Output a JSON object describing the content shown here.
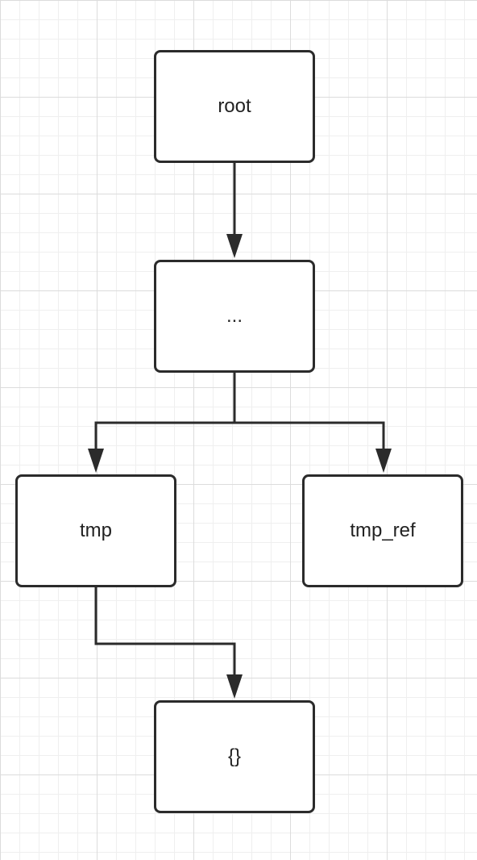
{
  "diagram": {
    "nodes": {
      "root": "root",
      "dots": "...",
      "tmp": "tmp",
      "tmp_ref": "tmp_ref",
      "obj": "{}"
    },
    "edges": [
      {
        "from": "root",
        "to": "dots"
      },
      {
        "from": "dots",
        "to": "tmp"
      },
      {
        "from": "dots",
        "to": "tmp_ref"
      },
      {
        "from": "tmp",
        "to": "obj"
      }
    ],
    "line_color": "#2b2b2b"
  }
}
